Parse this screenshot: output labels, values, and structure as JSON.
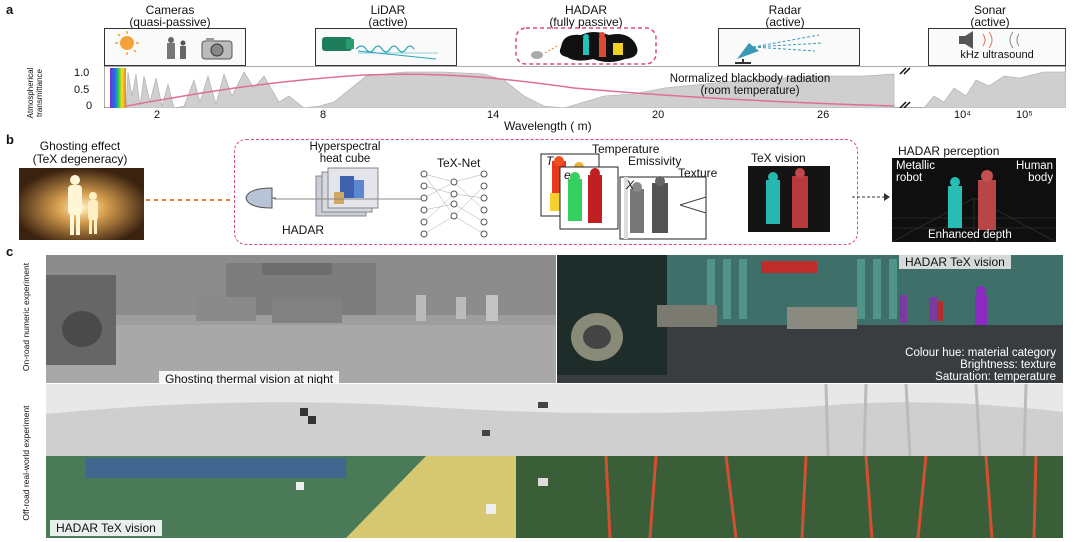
{
  "panels": {
    "a": "a",
    "b": "b",
    "c": "c"
  },
  "sensors": [
    {
      "name": "Cameras",
      "mode": "(quasi-passive)",
      "icon": "camera-icon"
    },
    {
      "name": "LiDAR",
      "mode": "(active)",
      "icon": "lidar-icon"
    },
    {
      "name": "HADAR",
      "mode": "(fully passive)",
      "icon": "hadar-icon"
    },
    {
      "name": "Radar",
      "mode": "(active)",
      "icon": "radar-dish-icon"
    },
    {
      "name": "Sonar",
      "mode": "(active)",
      "icon": "speaker-icon"
    }
  ],
  "sonar_caption": "kHz ultrasound",
  "chart_a": {
    "ylabel": "Atmospherical transmittance",
    "yticks": [
      "1.0",
      "0.5",
      "0"
    ],
    "xticks": [
      "2",
      "8",
      "14",
      "20",
      "26",
      "10⁴",
      "10⁵"
    ],
    "xlabel": "Wavelength ( m)",
    "annotation_line1": "Normalized blackbody radiation",
    "annotation_line2": "(room temperature)",
    "colors": {
      "transmittance_fill": "#cfcfcf",
      "blackbody_curve": "#e0708e"
    }
  },
  "panel_b": {
    "ghosting_title_line1": "Ghosting effect",
    "ghosting_title_line2": "(TeX degeneracy)",
    "heat_cube_line1": "Hyperspectral",
    "heat_cube_line2": "heat cube",
    "hadar_label": "HADAR",
    "texnet_label": "TeX-Net",
    "temperature_label": "Temperature",
    "emissivity_label": "Emissivity",
    "texture_label": "Texture",
    "t_symbol": "T",
    "e_symbol": "e",
    "x_symbol": "X",
    "tex_vision_label": "TeX vision",
    "perception_title": "HADAR perception",
    "metallic_line1": "Metallic",
    "metallic_line2": "robot",
    "human_line1": "Human",
    "human_line2": "body",
    "depth_label": "Enhanced depth"
  },
  "panel_c": {
    "onroad_label": "On-road numeric experiment",
    "offroad_label": "Off-road real-world experiment",
    "ghosting_caption": "Ghosting thermal vision at night",
    "tex_vision_title": "HADAR TeX vision",
    "legend_line1": "Colour hue: material category",
    "legend_line2": "Brightness: texture",
    "legend_line3": "Saturation: temperature",
    "bottom_caption": "HADAR TeX vision"
  }
}
